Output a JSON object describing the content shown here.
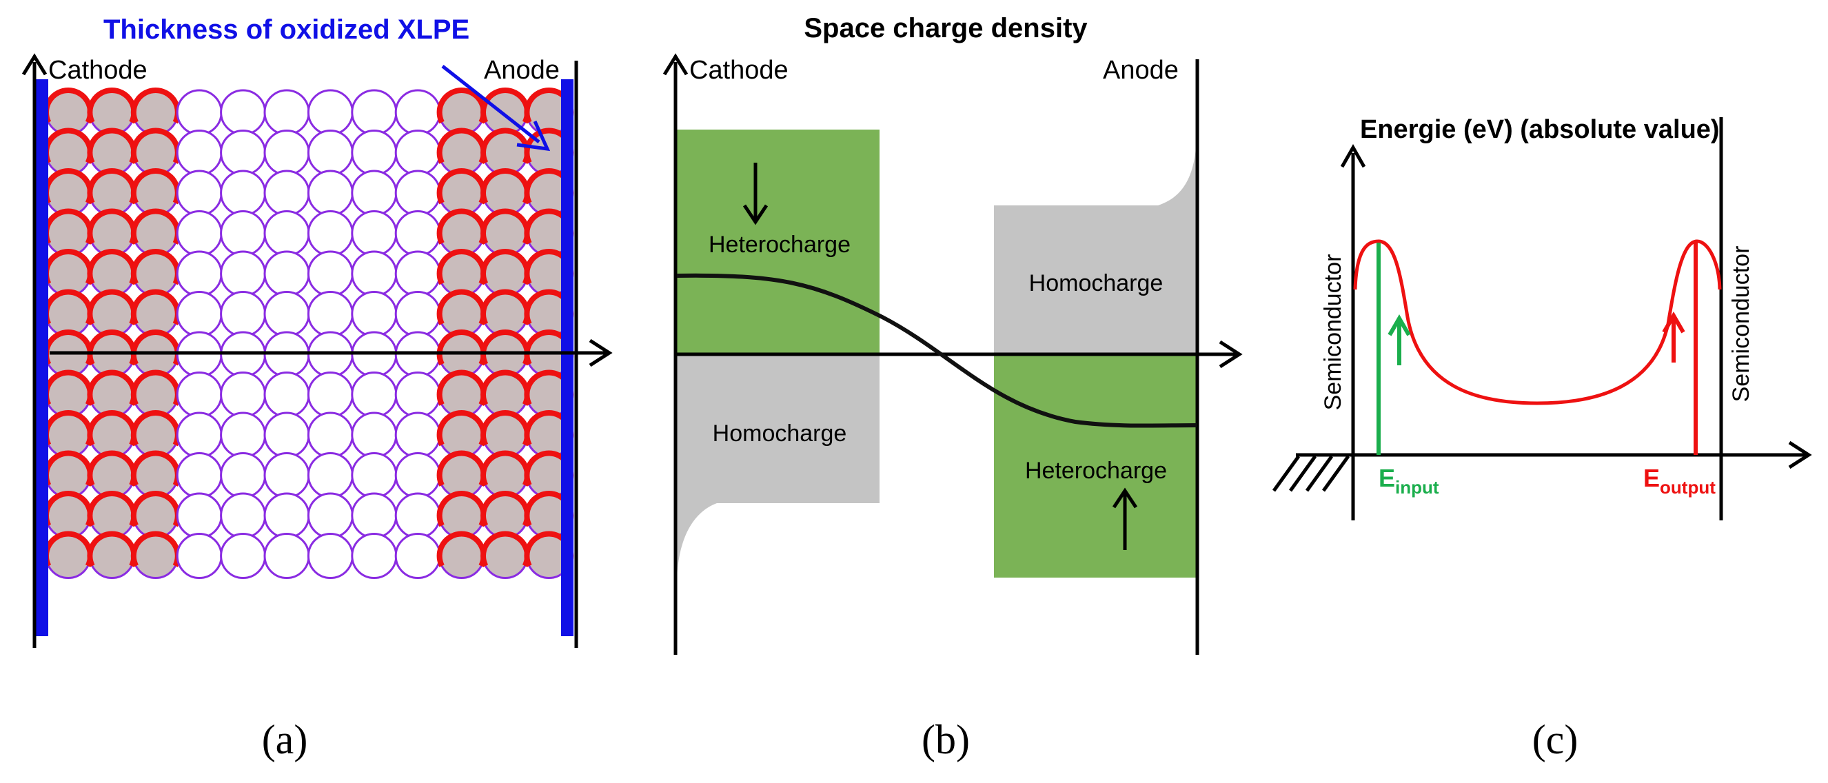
{
  "colors": {
    "electrode": "#1010e6",
    "oxidized": "#ee1111",
    "oxidized_fill": "#c9bcbc",
    "molecule_outline": "#8a2be2",
    "heterocharge": "#7bb356",
    "homocharge": "#c4c4c4",
    "input_arrow": "#1aae4c",
    "output_arrow": "#ee1111",
    "axis": "#000000"
  },
  "panel_a": {
    "title": "Thickness of oxidized XLPE",
    "cathode": "Cathode",
    "anode": "Anode",
    "caption": "(a)"
  },
  "panel_b": {
    "title": "Space charge density",
    "cathode": "Cathode",
    "anode": "Anode",
    "left_upper": "Heterocharge",
    "left_lower": "Homocharge",
    "right_upper": "Homocharge",
    "right_lower": "Heterocharge",
    "caption": "(b)"
  },
  "panel_c": {
    "title": "Energie (eV) (absolute value)",
    "left_label": "Semiconductor",
    "right_label": "Semiconductor",
    "input_main": "E",
    "input_sub": "input",
    "output_main": "E",
    "output_sub": "output",
    "caption": "(c)"
  }
}
